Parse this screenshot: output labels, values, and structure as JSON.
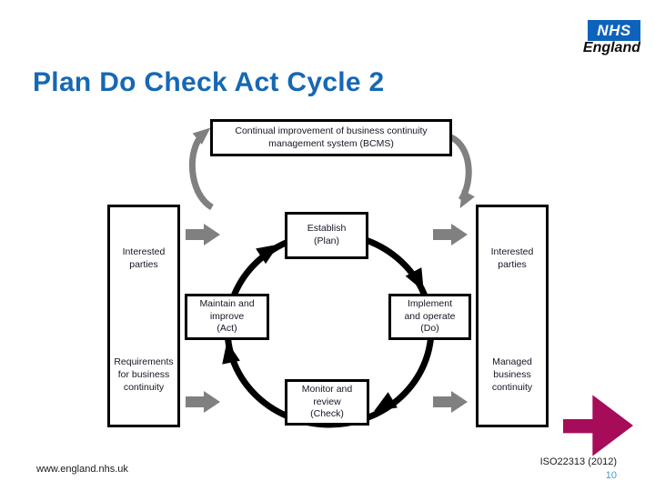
{
  "slide": {
    "title": "Plan Do Check Act Cycle 2",
    "logo": {
      "nhs_text": "NHS",
      "england_text": "England"
    },
    "footer": {
      "website": "www.england.nhs.uk",
      "reference": "ISO22313 (2012)",
      "page_number": "10"
    }
  },
  "diagram": {
    "top_box_label": "Continual improvement of business continuity\nmanagement system (BCMS)",
    "left_column": {
      "top_label": "Interested\nparties",
      "bottom_label": "Requirements\nfor business\ncontinuity"
    },
    "right_column": {
      "top_label": "Interested\nparties",
      "bottom_label": "Managed\nbusiness\ncontinuity"
    },
    "cycle_boxes": {
      "plan": "Establish\n(Plan)",
      "do": "Implement\nand operate\n(Do)",
      "check": "Monitor and\nreview\n(Check)",
      "act": "Maintain and\nimprove\n(Act)"
    }
  },
  "colors": {
    "title_blue": "#1668b3",
    "nhs_blue": "#0d63bc",
    "arrow_gray": "#808080",
    "ring_black": "#000000",
    "accent_magenta": "#a60c59",
    "page_number_blue": "#4697c9"
  }
}
